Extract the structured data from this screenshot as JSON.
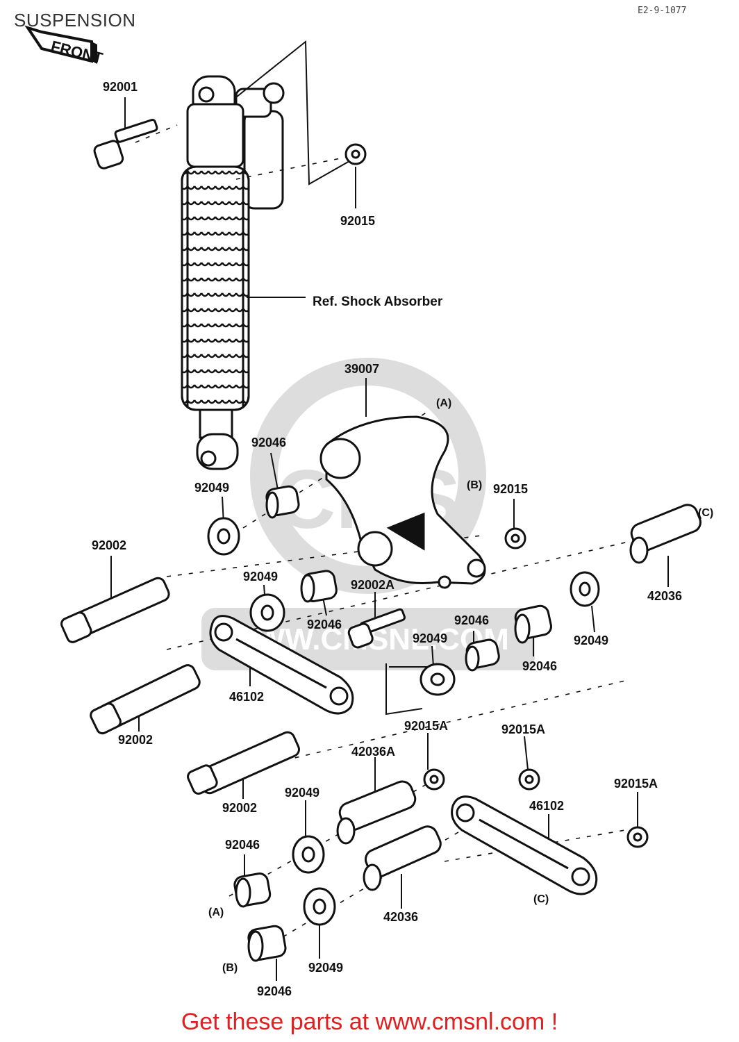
{
  "header": {
    "title": "SUSPENSION",
    "code": "E2-9-1077"
  },
  "front_tag": "FRONT",
  "footer": {
    "cta": "Get these parts at www.cmsnl.com !"
  },
  "watermark": {
    "brand": "CMS",
    "url": "WWW.CMSNL.COM"
  },
  "ref_label": "Ref. Shock Absorber",
  "labels": {
    "l92001": "92001",
    "l92015a": "92015",
    "l39007": "39007",
    "refA1": "(A)",
    "l92046a": "92046",
    "l92049a": "92049",
    "refB1": "(B)",
    "l92015b": "92015",
    "refC1": "(C)",
    "l92002a": "92002",
    "l92049b": "92049",
    "l92002A": "92002A",
    "l42036a": "42036",
    "l92046b": "92046",
    "l92046c": "92046",
    "l92049c": "92049",
    "l92049d": "92049",
    "l92046d": "92046",
    "l46102a": "46102",
    "l92002b": "92002",
    "l92015Aa": "92015A",
    "l92015Ab": "92015A",
    "l42036Aa": "42036A",
    "l92002c": "92002",
    "l92049e": "92049",
    "l92015Ac": "92015A",
    "l46102b": "46102",
    "l92046e": "92046",
    "refA2": "(A)",
    "l42036b": "42036",
    "refC2": "(C)",
    "refB2": "(B)",
    "l92049f": "92049",
    "l92046f": "92046"
  }
}
